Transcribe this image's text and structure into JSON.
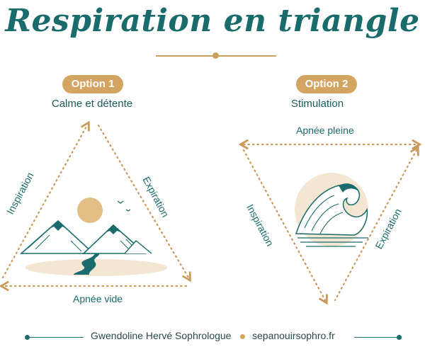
{
  "title": "Respiration en triangle",
  "option1": {
    "badge": "Option 1",
    "subtitle": "Calme et détente",
    "left_label": "Inspiration",
    "right_label": "Expiration",
    "bottom_label": "Apnée vide"
  },
  "option2": {
    "badge": "Option 2",
    "subtitle": "Stimulation",
    "top_label": "Apnée pleine",
    "left_label": "Inspiration",
    "right_label": "Expiration"
  },
  "footer": {
    "author": "Gwendoline Hervé Sophrologue",
    "website": "sepanouirsophro.fr"
  },
  "colors": {
    "teal": "#1a6b6b",
    "gold": "#d4a562",
    "sand": "#f3e6d3"
  }
}
